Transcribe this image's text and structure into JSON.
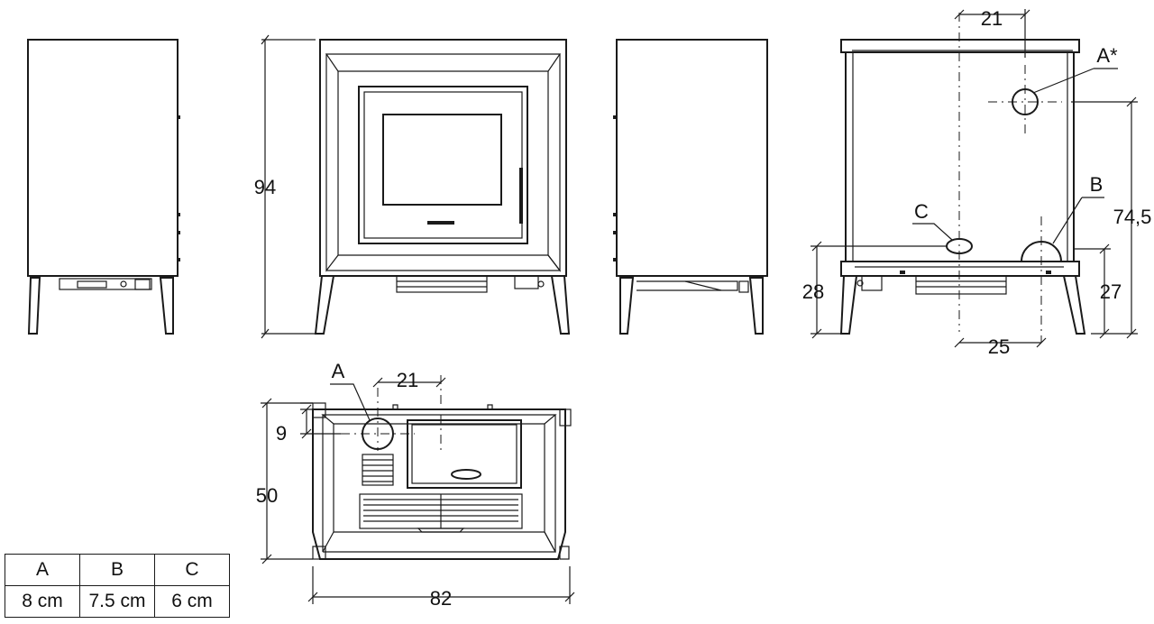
{
  "dimensions": {
    "height_total": "94",
    "rear_offset_top": "21",
    "rear_height_flue": "74,5",
    "rear_height_c": "28",
    "rear_height_b": "27",
    "rear_width_bc": "25",
    "top_offset": "21",
    "top_depth_flue": "9",
    "top_depth": "50",
    "top_width": "82"
  },
  "connection_labels": {
    "a_rear": "A*",
    "b": "B",
    "c": "C",
    "a_top": "A"
  },
  "connection_table": {
    "headers": [
      "A",
      "B",
      "C"
    ],
    "values": [
      "8 cm",
      "7.5 cm",
      "6 cm"
    ]
  }
}
